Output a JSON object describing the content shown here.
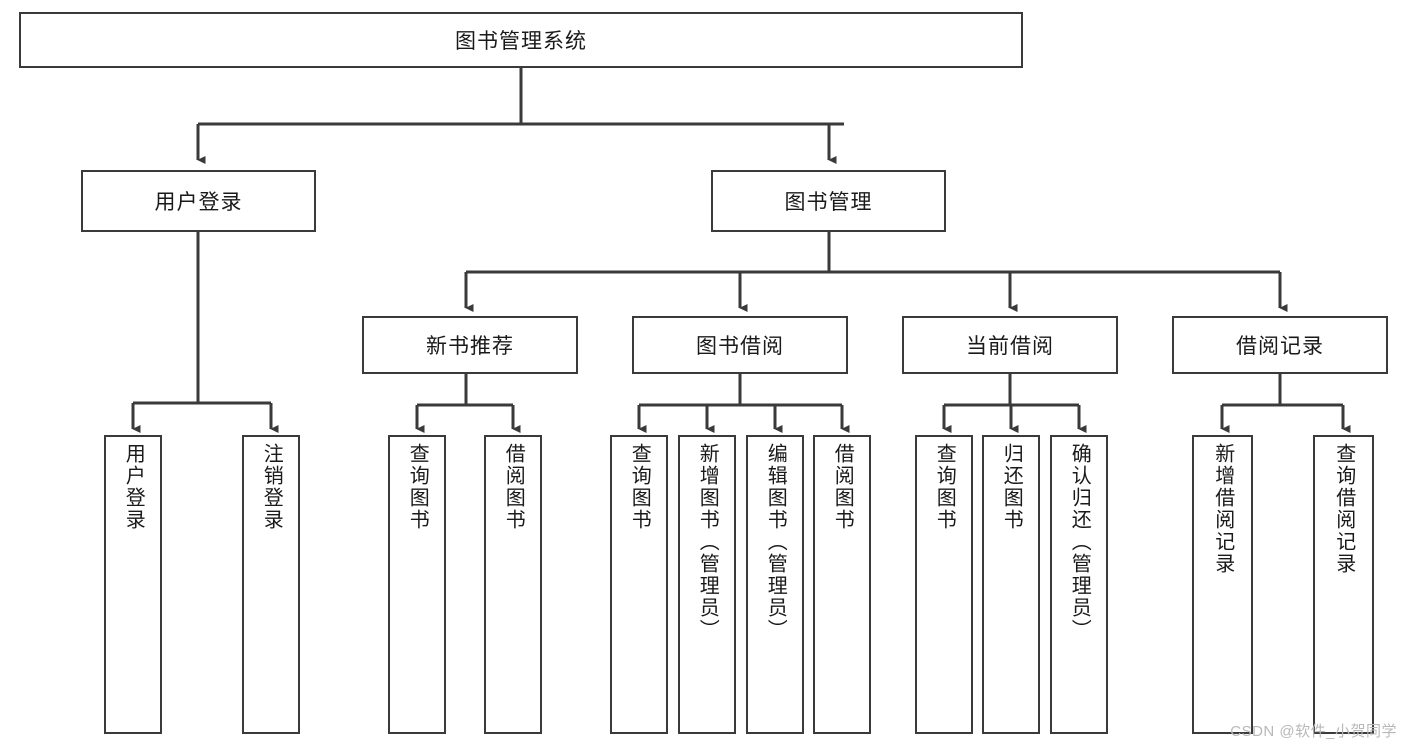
{
  "diagram": {
    "title_node": {
      "id": "root",
      "label": "图书管理系统"
    },
    "level2": [
      {
        "id": "user-login",
        "label": "用户登录"
      },
      {
        "id": "book-manage",
        "label": "图书管理"
      }
    ],
    "level3": [
      {
        "id": "new-book-rec",
        "label": "新书推荐"
      },
      {
        "id": "book-borrow",
        "label": "图书借阅"
      },
      {
        "id": "current-borrow",
        "label": "当前借阅"
      },
      {
        "id": "borrow-record",
        "label": "借阅记录"
      }
    ],
    "leaves": [
      {
        "id": "leaf-user-login",
        "label": "用户登录",
        "parent": "user-login"
      },
      {
        "id": "leaf-user-logout",
        "label": "注销登录",
        "parent": "user-login"
      },
      {
        "id": "leaf-query-book-1",
        "label": "查询图书",
        "parent": "new-book-rec"
      },
      {
        "id": "leaf-borrow-book-1",
        "label": "借阅图书",
        "parent": "new-book-rec"
      },
      {
        "id": "leaf-query-book-2",
        "label": "查询图书",
        "parent": "book-borrow"
      },
      {
        "id": "leaf-add-book",
        "label": "新增图书（管理员）",
        "parent": "book-borrow"
      },
      {
        "id": "leaf-edit-book",
        "label": "编辑图书（管理员）",
        "parent": "book-borrow"
      },
      {
        "id": "leaf-borrow-book-2",
        "label": "借阅图书",
        "parent": "book-borrow"
      },
      {
        "id": "leaf-query-book-3",
        "label": "查询图书",
        "parent": "current-borrow"
      },
      {
        "id": "leaf-return-book",
        "label": "归还图书",
        "parent": "current-borrow"
      },
      {
        "id": "leaf-confirm-return",
        "label": "确认归还（管理员）",
        "parent": "current-borrow"
      },
      {
        "id": "leaf-add-record",
        "label": "新增借阅记录",
        "parent": "borrow-record"
      },
      {
        "id": "leaf-query-record",
        "label": "查询借阅记录",
        "parent": "borrow-record"
      }
    ],
    "watermark": "CSDN @软件_小贺同学",
    "colors": {
      "box_border": "#3a3a3a",
      "connector": "#3a3a3a",
      "background": "#ffffff",
      "text": "#1a1a1a",
      "watermark": "#b8b8b8"
    }
  }
}
